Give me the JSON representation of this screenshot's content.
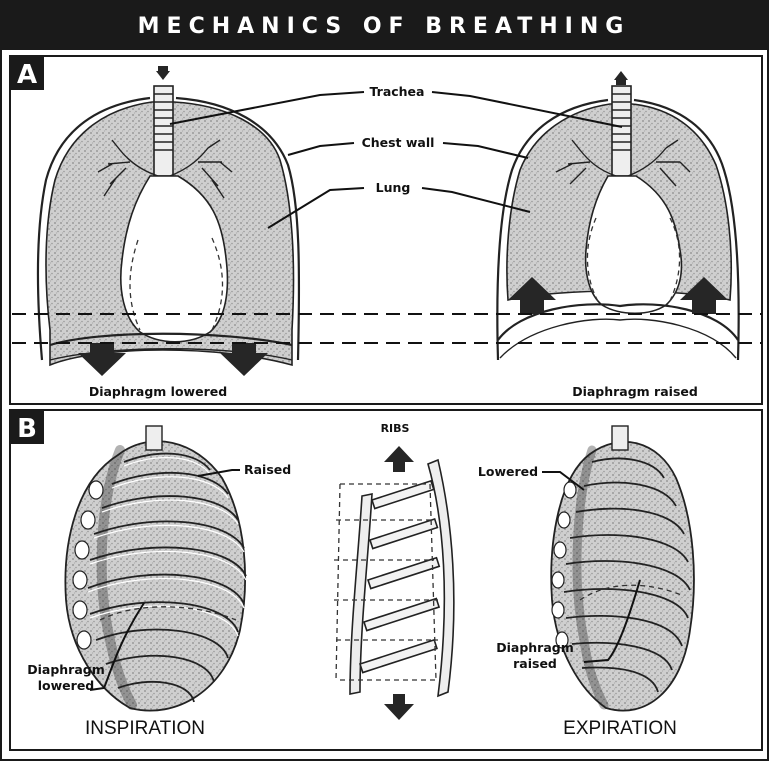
{
  "title": "MECHANICS OF BREATHING",
  "panel_a": {
    "letter": "A",
    "labels": {
      "trachea": "Trachea",
      "chest_wall": "Chest wall",
      "lung": "Lung"
    },
    "left_caption": "Diaphragm lowered",
    "right_caption": "Diaphragm raised"
  },
  "panel_b": {
    "letter": "B",
    "ribs_label": "RIBS",
    "left": {
      "raised": "Raised",
      "diaphragm_line1": "Diaphragm",
      "diaphragm_line2": "lowered",
      "caption": "INSPIRATION"
    },
    "right": {
      "lowered": "Lowered",
      "diaphragm_line1": "Diaphragm",
      "diaphragm_line2": "raised",
      "caption": "EXPIRATION"
    }
  },
  "colors": {
    "header_bg": "#1a1a1a",
    "lung_fill": "#c8c8c8",
    "arrow_fill": "#262626"
  }
}
